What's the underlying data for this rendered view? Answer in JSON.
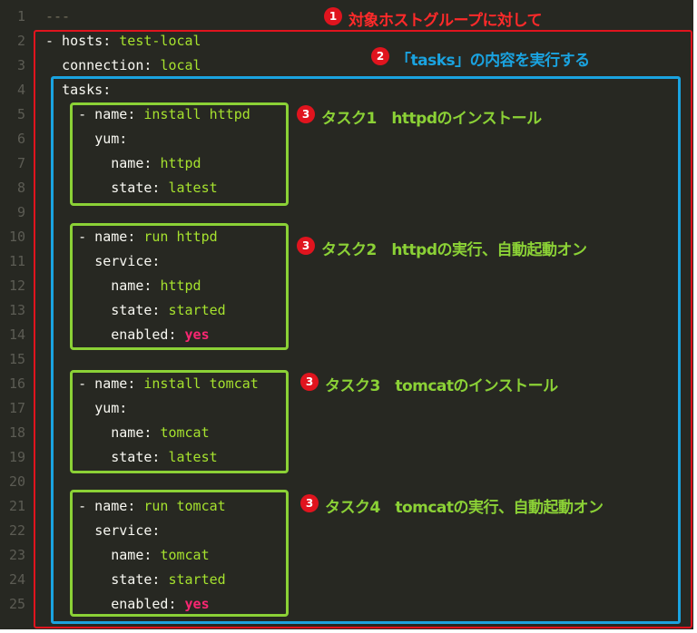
{
  "editor": {
    "lines": [
      {
        "num": "1",
        "indent": "",
        "key": "",
        "sep": "",
        "value": "---",
        "value_style": "dim"
      },
      {
        "num": "2",
        "indent": "",
        "key": "- hosts",
        "sep": ": ",
        "value": "test-local",
        "value_style": "green"
      },
      {
        "num": "3",
        "indent": "  ",
        "key": "connection",
        "sep": ": ",
        "value": "local",
        "value_style": "green"
      },
      {
        "num": "4",
        "indent": "  ",
        "key": "tasks",
        "sep": ":",
        "value": "",
        "value_style": "green"
      },
      {
        "num": "5",
        "indent": "    ",
        "key": "- name",
        "sep": ": ",
        "value": "install httpd",
        "value_style": "green"
      },
      {
        "num": "6",
        "indent": "      ",
        "key": "yum",
        "sep": ":",
        "value": "",
        "value_style": "green"
      },
      {
        "num": "7",
        "indent": "        ",
        "key": "name",
        "sep": ": ",
        "value": "httpd",
        "value_style": "green"
      },
      {
        "num": "8",
        "indent": "        ",
        "key": "state",
        "sep": ": ",
        "value": "latest",
        "value_style": "green"
      },
      {
        "num": "9",
        "indent": "",
        "key": "",
        "sep": "",
        "value": "",
        "value_style": "green"
      },
      {
        "num": "10",
        "indent": "    ",
        "key": "- name",
        "sep": ": ",
        "value": "run httpd",
        "value_style": "green"
      },
      {
        "num": "11",
        "indent": "      ",
        "key": "service",
        "sep": ":",
        "value": "",
        "value_style": "green"
      },
      {
        "num": "12",
        "indent": "        ",
        "key": "name",
        "sep": ": ",
        "value": "httpd",
        "value_style": "green"
      },
      {
        "num": "13",
        "indent": "        ",
        "key": "state",
        "sep": ": ",
        "value": "started",
        "value_style": "green"
      },
      {
        "num": "14",
        "indent": "        ",
        "key": "enabled",
        "sep": ": ",
        "value": "yes",
        "value_style": "bool"
      },
      {
        "num": "15",
        "indent": "",
        "key": "",
        "sep": "",
        "value": "",
        "value_style": "green"
      },
      {
        "num": "16",
        "indent": "    ",
        "key": "- name",
        "sep": ": ",
        "value": "install tomcat",
        "value_style": "green"
      },
      {
        "num": "17",
        "indent": "      ",
        "key": "yum",
        "sep": ":",
        "value": "",
        "value_style": "green"
      },
      {
        "num": "18",
        "indent": "        ",
        "key": "name",
        "sep": ": ",
        "value": "tomcat",
        "value_style": "green"
      },
      {
        "num": "19",
        "indent": "        ",
        "key": "state",
        "sep": ": ",
        "value": "latest",
        "value_style": "green"
      },
      {
        "num": "20",
        "indent": "",
        "key": "",
        "sep": "",
        "value": "",
        "value_style": "green"
      },
      {
        "num": "21",
        "indent": "    ",
        "key": "- name",
        "sep": ": ",
        "value": "run tomcat",
        "value_style": "green"
      },
      {
        "num": "22",
        "indent": "      ",
        "key": "service",
        "sep": ":",
        "value": "",
        "value_style": "green"
      },
      {
        "num": "23",
        "indent": "        ",
        "key": "name",
        "sep": ": ",
        "value": "tomcat",
        "value_style": "green"
      },
      {
        "num": "24",
        "indent": "        ",
        "key": "state",
        "sep": ": ",
        "value": "started",
        "value_style": "green"
      },
      {
        "num": "25",
        "indent": "        ",
        "key": "enabled",
        "sep": ": ",
        "value": "yes",
        "value_style": "bool"
      }
    ]
  },
  "annotations": {
    "hosts": {
      "badge": "1",
      "text": "対象ホストグループに対して"
    },
    "tasks": {
      "badge": "2",
      "text": "「tasks」の内容を実行する"
    },
    "task1": {
      "badge": "3",
      "text": "タスク1　httpdのインストール"
    },
    "task2": {
      "badge": "3",
      "text": "タスク2　httpdの実行、自動起動オン"
    },
    "task3": {
      "badge": "3",
      "text": "タスク3　tomcatのインストール"
    },
    "task4": {
      "badge": "3",
      "text": "タスク4　tomcatの実行、自動起動オン"
    }
  },
  "colors": {
    "background": "#272822",
    "text": "#f8f8f2",
    "string": "#a6e22e",
    "boolean": "#f92672",
    "line_number": "#5c5c54",
    "box_hosts": "#e0141e",
    "box_tasks": "#1aa3e0",
    "box_task": "#8bd136"
  }
}
